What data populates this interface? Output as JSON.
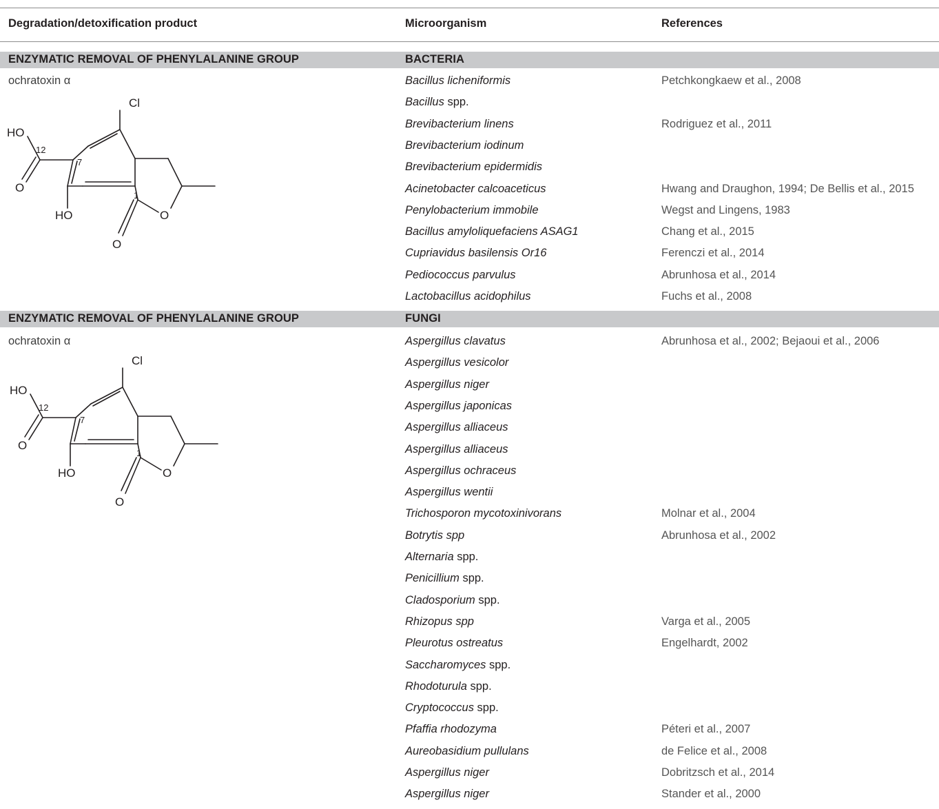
{
  "columns": {
    "product": "Degradation/detoxification product",
    "microorganism": "Microorganism",
    "references": "References"
  },
  "sections": [
    {
      "title": "ENZYMATIC REMOVAL OF PHENYLALANINE GROUP",
      "group": "BACTERIA",
      "product": "ochratoxin α",
      "structure_labels": {
        "cl": "Cl",
        "ho_top": "HO",
        "ho_bottom": "HO",
        "o_ring": "O",
        "o_acid": "O",
        "o_lactone": "O",
        "n12": "12",
        "n7": "7",
        "n1": "1"
      },
      "rows": [
        {
          "italic": "Bacillus licheniformis",
          "plain": "",
          "ref": "Petchkongkaew et al., 2008"
        },
        {
          "italic": "Bacillus",
          "plain": " spp.",
          "ref": ""
        },
        {
          "italic": "Brevibacterium linens",
          "plain": "",
          "ref": "Rodriguez et al., 2011"
        },
        {
          "italic": "Brevibacterium iodinum",
          "plain": "",
          "ref": ""
        },
        {
          "italic": "Brevibacterium epidermidis",
          "plain": "",
          "ref": ""
        },
        {
          "italic": "Acinetobacter calcoaceticus",
          "plain": "",
          "ref": "Hwang and Draughon, 1994; De Bellis et al., 2015"
        },
        {
          "italic": "Penylobacterium immobile",
          "plain": "",
          "ref": "Wegst and Lingens, 1983"
        },
        {
          "italic": "Bacillus amyloliquefaciens ASAG1",
          "plain": "",
          "ref": "Chang et al., 2015"
        },
        {
          "italic": "Cupriavidus basilensis Or16",
          "plain": "",
          "ref": "Ferenczi et al., 2014"
        },
        {
          "italic": "Pediococcus parvulus",
          "plain": "",
          "ref": "Abrunhosa et al., 2014"
        },
        {
          "italic": "Lactobacillus acidophilus",
          "plain": "",
          "ref": "Fuchs et al., 2008"
        }
      ]
    },
    {
      "title": "ENZYMATIC REMOVAL OF PHENYLALANINE GROUP",
      "group": "FUNGI",
      "product": "ochratoxin α",
      "structure_labels": {
        "cl": "Cl",
        "ho_top": "HO",
        "ho_bottom": "HO",
        "o_ring": "O",
        "o_acid": "O",
        "o_lactone": "O",
        "n12": "12",
        "n7": "7",
        "n1": "1"
      },
      "rows": [
        {
          "italic": "Aspergillus clavatus",
          "plain": "",
          "ref": "Abrunhosa et al., 2002; Bejaoui et al., 2006"
        },
        {
          "italic": "Aspergillus vesicolor",
          "plain": "",
          "ref": ""
        },
        {
          "italic": "Aspergillus niger",
          "plain": "",
          "ref": ""
        },
        {
          "italic": "Aspergillus japonicas",
          "plain": "",
          "ref": ""
        },
        {
          "italic": "Aspergillus alliaceus",
          "plain": "",
          "ref": ""
        },
        {
          "italic": "Aspergillus alliaceus",
          "plain": "",
          "ref": ""
        },
        {
          "italic": "Aspergillus ochraceus",
          "plain": "",
          "ref": ""
        },
        {
          "italic": "Aspergillus wentii",
          "plain": "",
          "ref": ""
        },
        {
          "italic": "Trichosporon mycotoxinivorans",
          "plain": "",
          "ref": "Molnar et al., 2004"
        },
        {
          "italic": "Botrytis spp",
          "plain": "",
          "ref": "Abrunhosa et al., 2002"
        },
        {
          "italic": "Alternaria",
          "plain": " spp.",
          "ref": ""
        },
        {
          "italic": "Penicillium",
          "plain": " spp.",
          "ref": ""
        },
        {
          "italic": "Cladosporium",
          "plain": " spp.",
          "ref": ""
        },
        {
          "italic": "Rhizopus spp",
          "plain": "",
          "ref": "Varga et al., 2005"
        },
        {
          "italic": "Pleurotus ostreatus",
          "plain": "",
          "ref": "Engelhardt, 2002"
        },
        {
          "italic": "Saccharomyces",
          "plain": " spp.",
          "ref": ""
        },
        {
          "italic": "Rhodoturula",
          "plain": " spp.",
          "ref": ""
        },
        {
          "italic": "Cryptococcus",
          "plain": " spp.",
          "ref": ""
        },
        {
          "italic": "Pfaffia rhodozyma",
          "plain": "",
          "ref": "Péteri et al., 2007"
        },
        {
          "italic": "Aureobasidium pullulans",
          "plain": "",
          "ref": "de Felice et al., 2008"
        },
        {
          "italic": "Aspergillus niger",
          "plain": "",
          "ref": "Dobritzsch et al., 2014"
        },
        {
          "italic": "Aspergillus niger",
          "plain": "",
          "ref": "Stander et al., 2000"
        }
      ]
    }
  ]
}
